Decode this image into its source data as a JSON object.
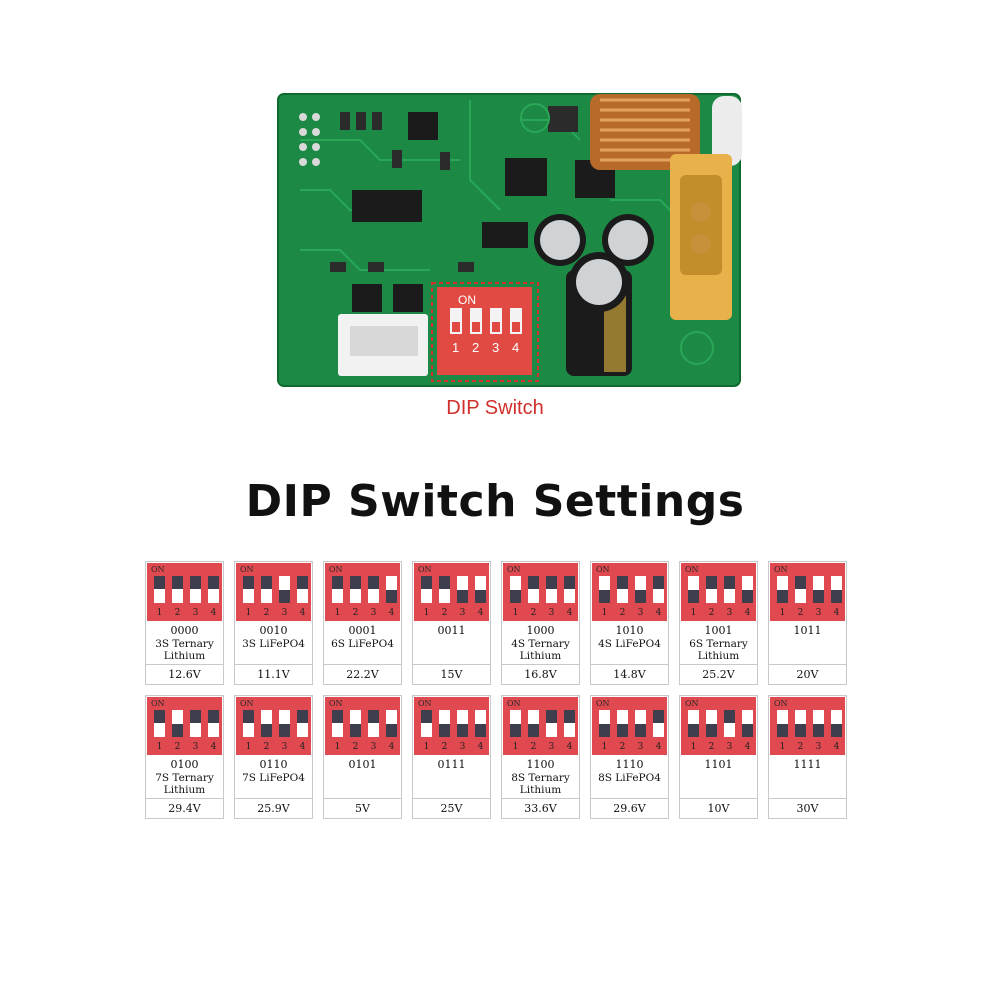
{
  "caption": "DIP Switch",
  "title": "DIP Switch Settings",
  "switch_on_label": "ON",
  "switch_numbers": [
    "1",
    "2",
    "3",
    "4"
  ],
  "colors": {
    "switch_body": "#e0494f",
    "knob": "#3d3f4f",
    "caption": "#d0302b",
    "pcb": "#1c8a44"
  },
  "pcb_photo": {
    "switch_on_label": "ON",
    "switch_numbers": [
      "1",
      "2",
      "3",
      "4"
    ]
  },
  "settings": [
    {
      "code": "0000",
      "desc": [
        "3S Ternary",
        "Lithium"
      ],
      "voltage": "12.6V"
    },
    {
      "code": "0010",
      "desc": [
        "3S LiFePO4"
      ],
      "voltage": "11.1V"
    },
    {
      "code": "0001",
      "desc": [
        "6S LiFePO4"
      ],
      "voltage": "22.2V"
    },
    {
      "code": "0011",
      "desc": [
        ""
      ],
      "voltage": "15V"
    },
    {
      "code": "1000",
      "desc": [
        "4S Ternary",
        "Lithium"
      ],
      "voltage": "16.8V"
    },
    {
      "code": "1010",
      "desc": [
        "4S LiFePO4"
      ],
      "voltage": "14.8V"
    },
    {
      "code": "1001",
      "desc": [
        "6S Ternary",
        "Lithium"
      ],
      "voltage": "25.2V"
    },
    {
      "code": "1011",
      "desc": [
        ""
      ],
      "voltage": "20V"
    },
    {
      "code": "0100",
      "desc": [
        "7S Ternary",
        "Lithium"
      ],
      "voltage": "29.4V"
    },
    {
      "code": "0110",
      "desc": [
        "7S LiFePO4"
      ],
      "voltage": "25.9V"
    },
    {
      "code": "0101",
      "desc": [
        ""
      ],
      "voltage": "5V"
    },
    {
      "code": "0111",
      "desc": [
        ""
      ],
      "voltage": "25V"
    },
    {
      "code": "1100",
      "desc": [
        "8S Ternary",
        "Lithium"
      ],
      "voltage": "33.6V"
    },
    {
      "code": "1110",
      "desc": [
        "8S LiFePO4"
      ],
      "voltage": "29.6V"
    },
    {
      "code": "1101",
      "desc": [
        ""
      ],
      "voltage": "10V"
    },
    {
      "code": "1111",
      "desc": [
        ""
      ],
      "voltage": "30V"
    }
  ]
}
